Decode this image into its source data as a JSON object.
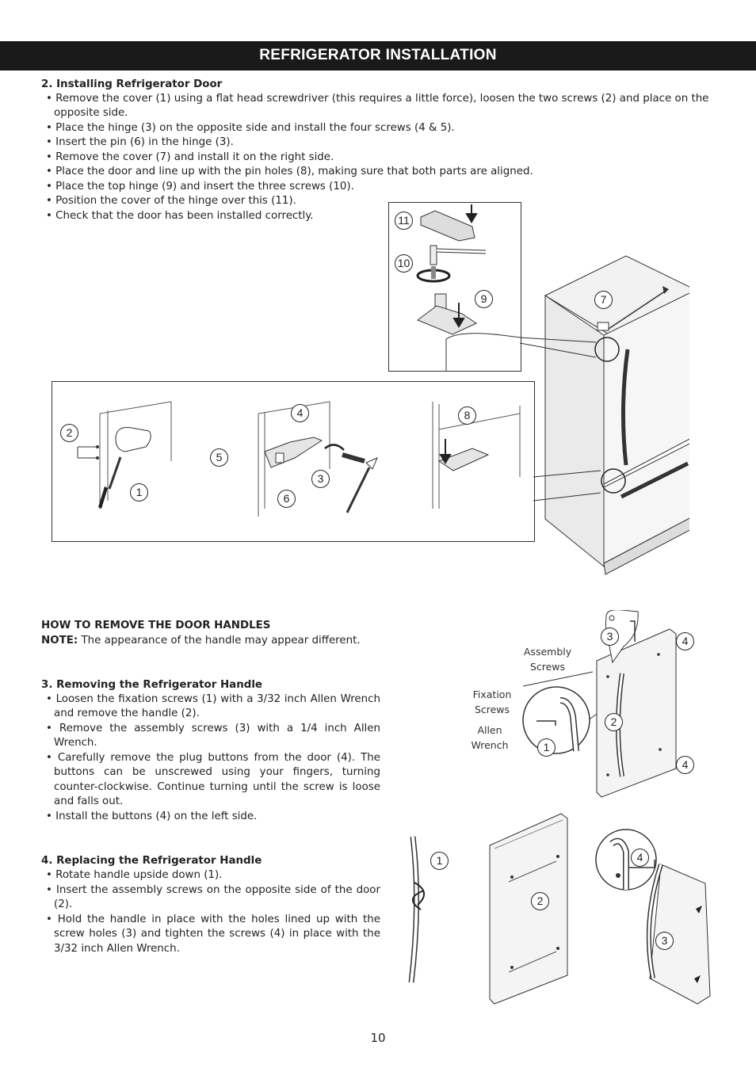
{
  "header": {
    "title": "REFRIGERATOR INSTALLATION"
  },
  "section2": {
    "heading": "2. Installing Refrigerator Door",
    "bullets": [
      "• Remove the cover (1) using a flat head screwdriver (this requires a little force), loosen the two screws (2) and place on the opposite side.",
      "• Place the hinge (3) on the opposite side and install the four screws (4 & 5).",
      "• Insert the pin (6) in the hinge (3).",
      "• Remove the cover (7) and install it on the right side.",
      "• Place the door and line up with the pin holes (8), making sure that both parts are aligned.",
      "• Place the top hinge (9) and insert the three screws (10).",
      "• Position the cover of the hinge over this (11).",
      "• Check that the door has been installed correctly."
    ]
  },
  "handles": {
    "heading": "HOW TO REMOVE THE DOOR HANDLES",
    "note_label": "NOTE:",
    "note_text": "The appearance of the handle may appear different."
  },
  "section3": {
    "heading": "3. Removing the Refrigerator Handle",
    "bullets": [
      "• Loosen the fixation screws (1) with a 3/32 inch Allen Wrench and remove the handle (2).",
      "• Remove the assembly screws (3) with a 1/4 inch Allen Wrench.",
      "• Carefully remove the plug buttons from the door (4). The buttons can be unscrewed using your fingers, turning counter-clockwise. Continue turning until the screw is loose and falls out.",
      "• Install the buttons (4) on the left side."
    ]
  },
  "section4": {
    "heading": "4. Replacing the Refrigerator Handle",
    "bullets": [
      "• Rotate handle upside down (1).",
      "• Insert the assembly screws on the opposite side of the door (2).",
      "• Hold the handle in place with the holes lined up with the screw holes (3) and tighten the screws (4) in place with the 3/32 inch Allen Wrench."
    ]
  },
  "figure_top": {
    "callouts": [
      "11",
      "10",
      "9",
      "7",
      "2",
      "1",
      "4",
      "5",
      "3",
      "6",
      "8"
    ]
  },
  "figure_handle_removal": {
    "labels": {
      "assembly": "Assembly Screws",
      "fixation": "Fixation Screws",
      "allen": "Allen Wrench"
    },
    "callouts": [
      "3",
      "4",
      "2",
      "1",
      "4"
    ]
  },
  "figure_handle_replace": {
    "callouts": [
      "1",
      "2",
      "4",
      "3"
    ]
  },
  "footer": {
    "page_number": "10"
  }
}
